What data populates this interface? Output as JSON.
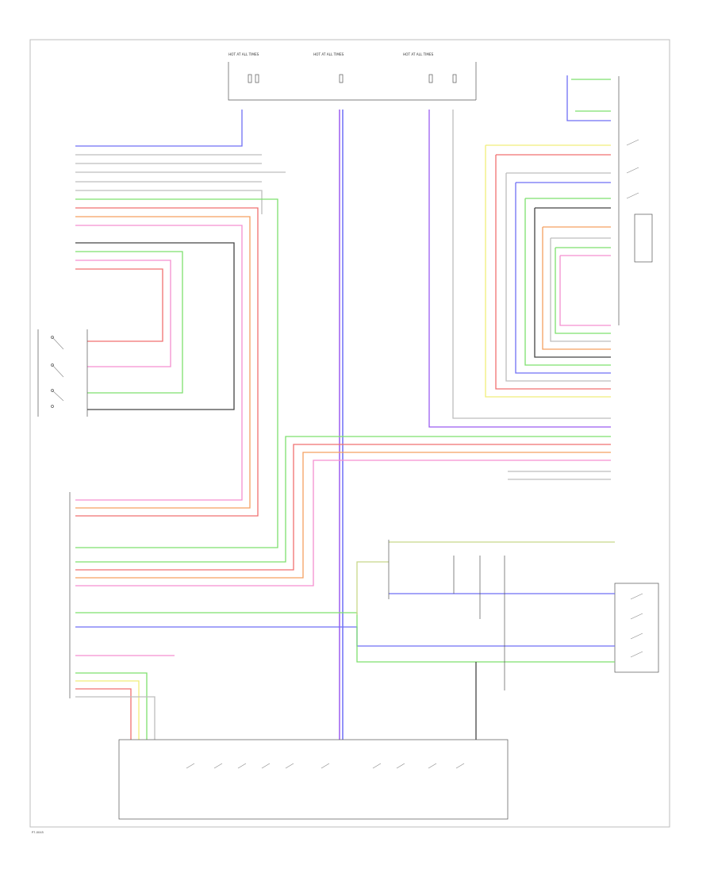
{
  "fuse_headers": [
    "HOT AT ALL TIMES",
    "HOT AT ALL TIMES",
    "HOT AT ALL TIMES"
  ],
  "diagram_id": "P7-0045",
  "wire_colors": {
    "violet": "#9b5cf0",
    "blue": "#6f6ff5",
    "green": "#7ee06e",
    "red": "#f07070",
    "pink": "#f58fd0",
    "orange": "#f5a060",
    "yellow": "#f0ee7a",
    "gray": "#bdbdbd",
    "black": "#444444",
    "olive": "#c8d88a"
  }
}
